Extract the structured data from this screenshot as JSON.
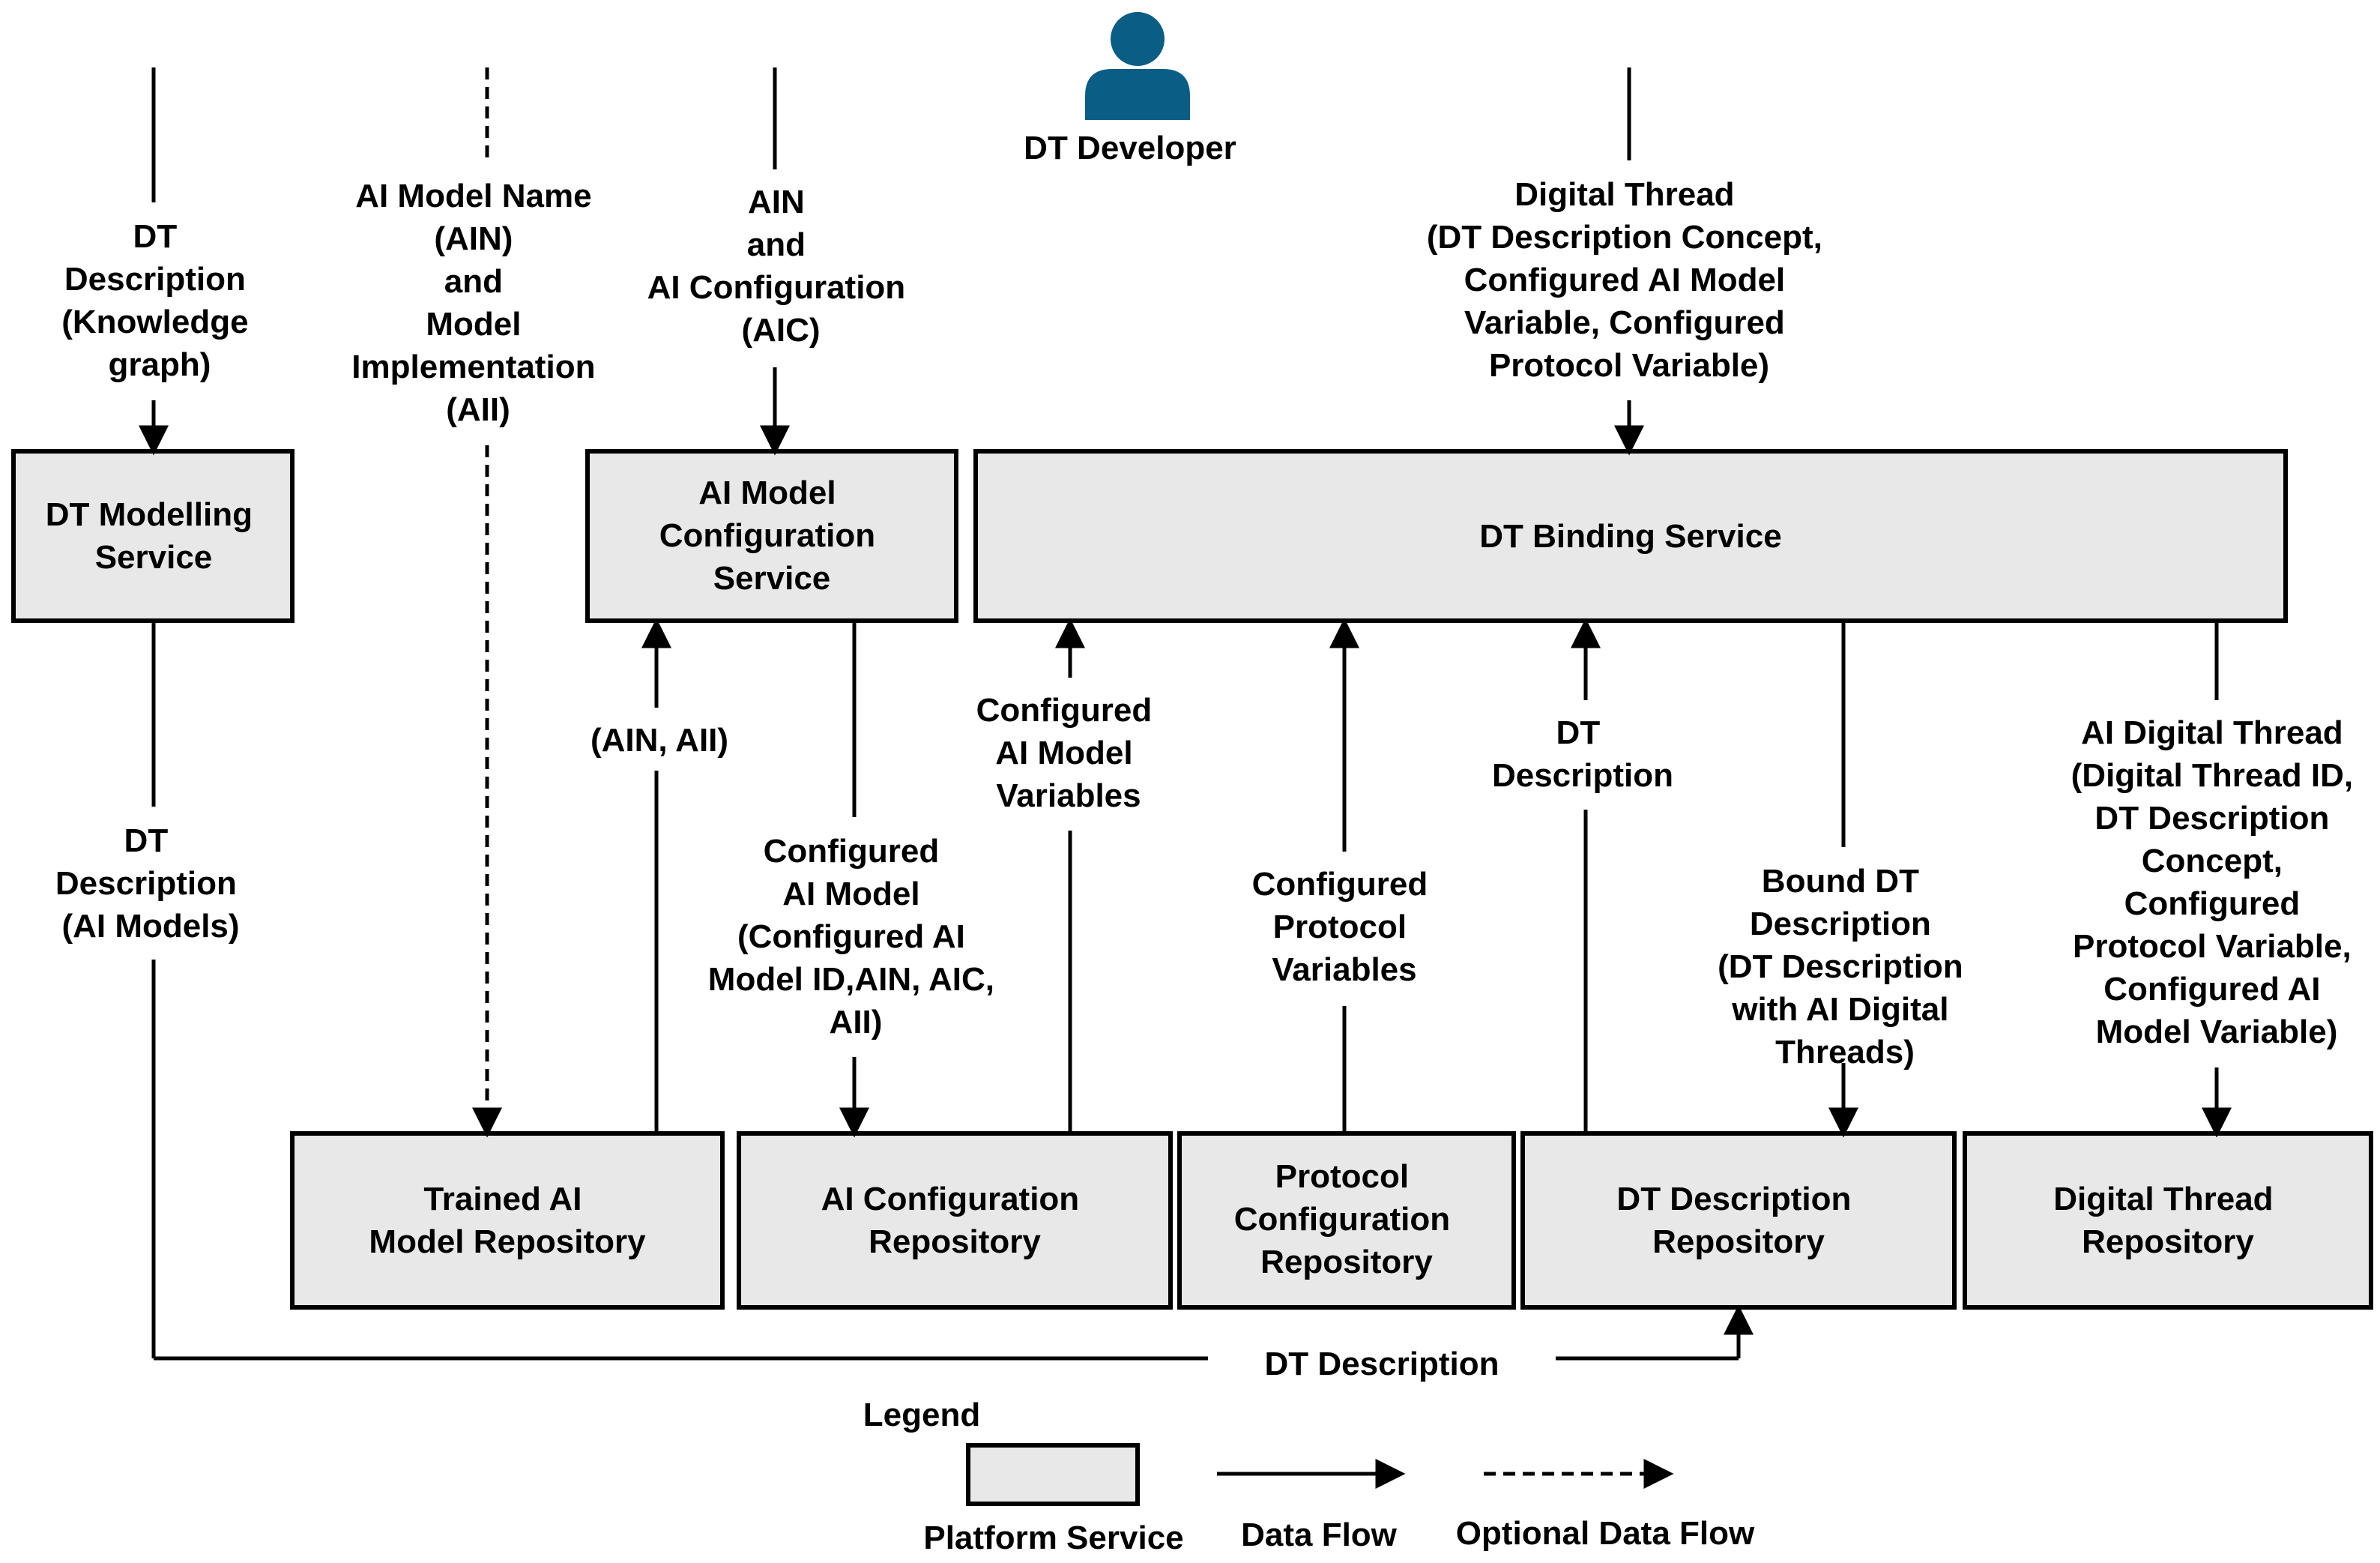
{
  "actor": {
    "label": "DT Developer",
    "icon": "person-icon",
    "color": "#0a5d84"
  },
  "boxes": {
    "dt_modelling_service": [
      "DT Modelling",
      "Service"
    ],
    "ai_model_configuration_service": [
      "AI Model",
      "Configuration",
      "Service"
    ],
    "dt_binding_service": [
      "DT Binding Service"
    ],
    "trained_ai_model_repository": [
      "Trained AI",
      "Model Repository"
    ],
    "ai_configuration_repository": [
      "AI Configuration",
      "Repository"
    ],
    "protocol_configuration_repository": [
      "Protocol",
      "Configuration",
      "Repository"
    ],
    "dt_description_repository": [
      "DT Description",
      "Repository"
    ],
    "digital_thread_repository": [
      "Digital Thread",
      "Repository"
    ]
  },
  "flows": {
    "dt_description_knowledge_graph": [
      "DT",
      "Description",
      "(Knowledge",
      "graph)"
    ],
    "ai_model_name_implementation": [
      "AI Model Name",
      "(AIN)",
      "and",
      "Model",
      "Implementation",
      "(AII)"
    ],
    "ain_and_aic": [
      "AIN",
      "and",
      "AI Configuration",
      "(AIC)"
    ],
    "digital_thread_input": [
      "Digital Thread",
      "(DT Description Concept,",
      "Configured AI Model",
      "Variable,  Configured",
      "Protocol Variable)"
    ],
    "ain_aii": [
      "(AIN, AII)"
    ],
    "dt_description_ai_models": [
      "DT",
      "Description",
      "(AI Models)"
    ],
    "configured_ai_model": [
      "Configured",
      "AI Model",
      "(Configured AI",
      "Model ID,AIN, AIC,",
      "AII)"
    ],
    "configured_ai_model_variables": [
      "Configured",
      "AI Model",
      "Variables"
    ],
    "configured_protocol_variables": [
      "Configured",
      "Protocol",
      "Variables"
    ],
    "dt_description": [
      "DT",
      "Description"
    ],
    "bound_dt_description": [
      "Bound DT",
      "Description",
      "(DT Description",
      "with AI Digital",
      "Threads)"
    ],
    "ai_digital_thread": [
      "AI Digital Thread",
      "(Digital Thread ID,",
      "DT Description",
      "Concept,",
      "Configured",
      "Protocol Variable,",
      "Configured AI",
      "Model Variable)"
    ],
    "dt_description_bottom": [
      "DT Description"
    ]
  },
  "legend": {
    "title": "Legend",
    "platform_service": "Platform Service",
    "data_flow": "Data Flow",
    "optional_data_flow": "Optional Data Flow"
  }
}
